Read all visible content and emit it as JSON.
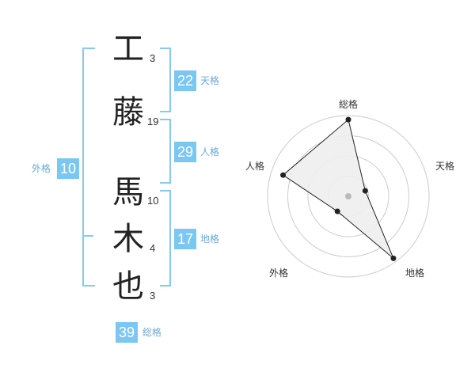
{
  "name": {
    "chars": [
      {
        "char": "工",
        "strokes": "3"
      },
      {
        "char": "藤",
        "strokes": "19"
      },
      {
        "char": "馬",
        "strokes": "10"
      },
      {
        "char": "木",
        "strokes": "4"
      },
      {
        "char": "也",
        "strokes": "3"
      }
    ]
  },
  "fortunes": {
    "tenkaku": {
      "value": "22",
      "label": "天格"
    },
    "jinkaku": {
      "value": "29",
      "label": "人格"
    },
    "chikaku": {
      "value": "17",
      "label": "地格"
    },
    "gaikaku": {
      "value": "10",
      "label": "外格"
    },
    "soukaku": {
      "value": "39",
      "label": "総格"
    }
  },
  "chart_data": {
    "type": "radar",
    "axes": [
      "総格",
      "天格",
      "地格",
      "外格",
      "人格"
    ],
    "values": [
      0.95,
      0.22,
      0.95,
      0.23,
      0.85
    ],
    "rings": 4,
    "colors": {
      "fill": "#eeeeee",
      "line": "#222222",
      "grid": "#cccccc",
      "center": "#bbbbbb"
    }
  }
}
